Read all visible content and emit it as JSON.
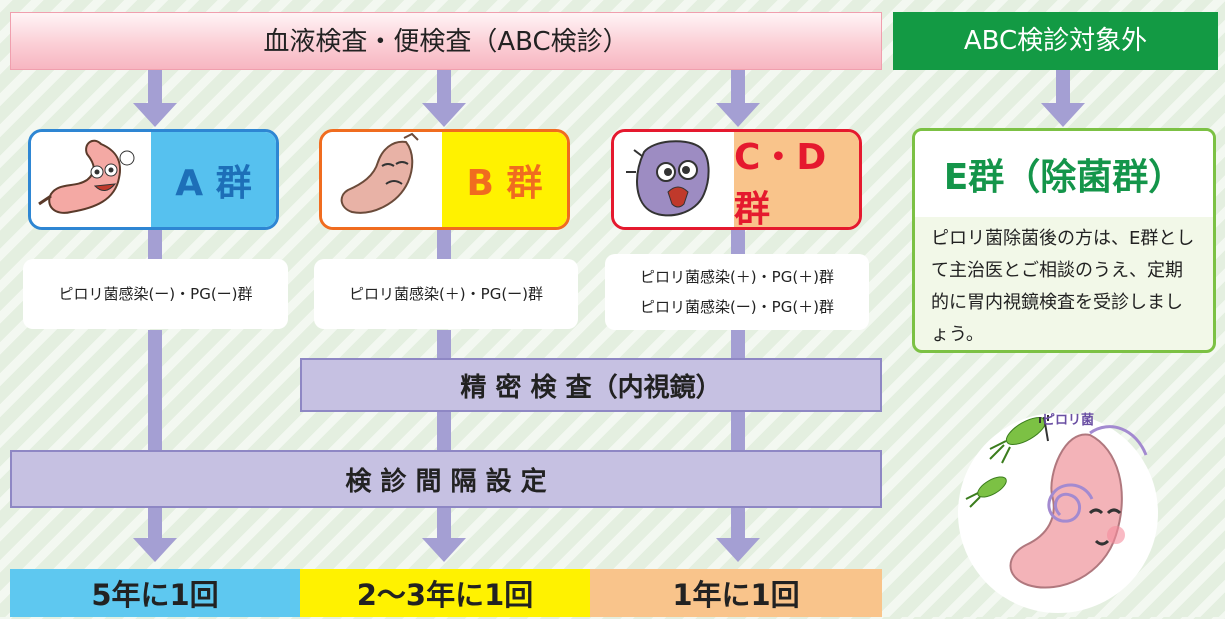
{
  "header": {
    "main_title": "血液検査・便検査（ABC検診）",
    "side_title": "ABC検診対象外"
  },
  "groups": [
    {
      "label": "A 群",
      "color": "#2e86d3",
      "bg": "#56c1ef",
      "result": [
        "ピロリ菌感染(ー)・PG(ー)群"
      ],
      "illustration": "happy-stomach-icon"
    },
    {
      "label": "B 群",
      "color": "#f06c1f",
      "bg": "#fff200",
      "result": [
        "ピロリ菌感染(＋)・PG(ー)群"
      ],
      "illustration": "tired-stomach-icon"
    },
    {
      "label": "C・D群",
      "color": "#e5192e",
      "bg": "#f9c48b",
      "result": [
        "ピロリ菌感染(＋)・PG(＋)群",
        "ピロリ菌感染(ー)・PG(＋)群"
      ],
      "illustration": "sick-stomach-icon"
    }
  ],
  "egroup": {
    "title": "E群（除菌群）",
    "text": "ピロリ菌除菌後の方は、E群として主治医とご相談のうえ、定期的に胃内視鏡検査を受診しましょう。"
  },
  "bars": {
    "endoscopy": "精 密 検 査（内視鏡）",
    "interval": "検 診 間 隔 設 定"
  },
  "frequency": [
    {
      "label": "5年に1回",
      "bg": "#5ec8f0"
    },
    {
      "label": "2〜3年に1回",
      "bg": "#fff200"
    },
    {
      "label": "1年に1回",
      "bg": "#f9c48b"
    }
  ],
  "illustration_caption": "ピロリ菌"
}
